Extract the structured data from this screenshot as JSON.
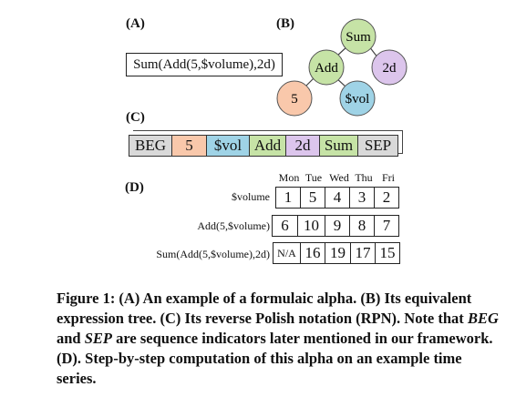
{
  "panel_labels": {
    "a": "(A)",
    "b": "(B)",
    "c": "(C)",
    "d": "(D)"
  },
  "formula": "Sum(Add(5,$volume),2d)",
  "tree": {
    "root": "Sum",
    "add": "Add",
    "window": "2d",
    "const": "5",
    "feature": "$vol"
  },
  "rpn_tokens": [
    {
      "text": "BEG",
      "color": "#d9d9d9"
    },
    {
      "text": "5",
      "color": "#f9c8ab"
    },
    {
      "text": "$vol",
      "color": "#9fd3e6"
    },
    {
      "text": "Add",
      "color": "#c6e3a6"
    },
    {
      "text": "2d",
      "color": "#dcc5ec"
    },
    {
      "text": "Sum",
      "color": "#c6e3a6"
    },
    {
      "text": "SEP",
      "color": "#d9d9d9"
    }
  ],
  "steps": {
    "days": [
      "Mon",
      "Tue",
      "Wed",
      "Thu",
      "Fri"
    ],
    "rows": [
      {
        "label": "$volume",
        "values": [
          "1",
          "5",
          "4",
          "3",
          "2"
        ]
      },
      {
        "label": "Add(5,$volume)",
        "values": [
          "6",
          "10",
          "9",
          "8",
          "7"
        ]
      },
      {
        "label": "Sum(Add(5,$volume),2d)",
        "values": [
          "N/A",
          "16",
          "19",
          "17",
          "15"
        ]
      }
    ]
  },
  "caption": {
    "p1": "Figure 1: (A) An example of a formulaic alpha. (B) Its equivalent expression tree. (C) Its reverse Polish notation (RPN). Note that ",
    "beg": "BEG",
    "p2": " and ",
    "sep": "SEP",
    "p3": " are sequence indicators later mentioned in our framework. (D). Step-by-step computation of this alpha on an example time series."
  },
  "colors": {
    "op_green": "#c6e3a6",
    "window_purple": "#dcc5ec",
    "const_orange": "#f9c8ab",
    "feature_blue": "#9fd3e6",
    "indicator_gray": "#d9d9d9"
  }
}
